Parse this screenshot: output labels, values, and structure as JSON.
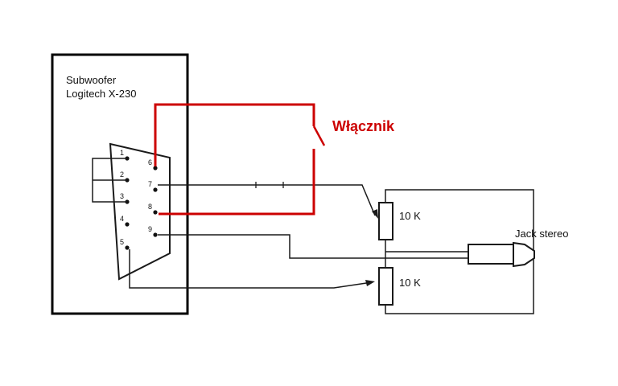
{
  "diagram": {
    "device": {
      "line1": "Subwoofer",
      "line2": "Logitech X-230"
    },
    "connector": {
      "pins_left": [
        "1",
        "2",
        "3",
        "4",
        "5"
      ],
      "pins_right": [
        "6",
        "7",
        "8",
        "9"
      ]
    },
    "switch": {
      "label": "Włącznik"
    },
    "potentiometers": [
      {
        "label": "10 K"
      },
      {
        "label": "10 K"
      }
    ],
    "jack": {
      "label": "Jack stereo"
    },
    "colors": {
      "wire": "#1a1a1a",
      "switch_wire": "#cc0000",
      "outline": "#000000",
      "background": "#ffffff"
    }
  }
}
